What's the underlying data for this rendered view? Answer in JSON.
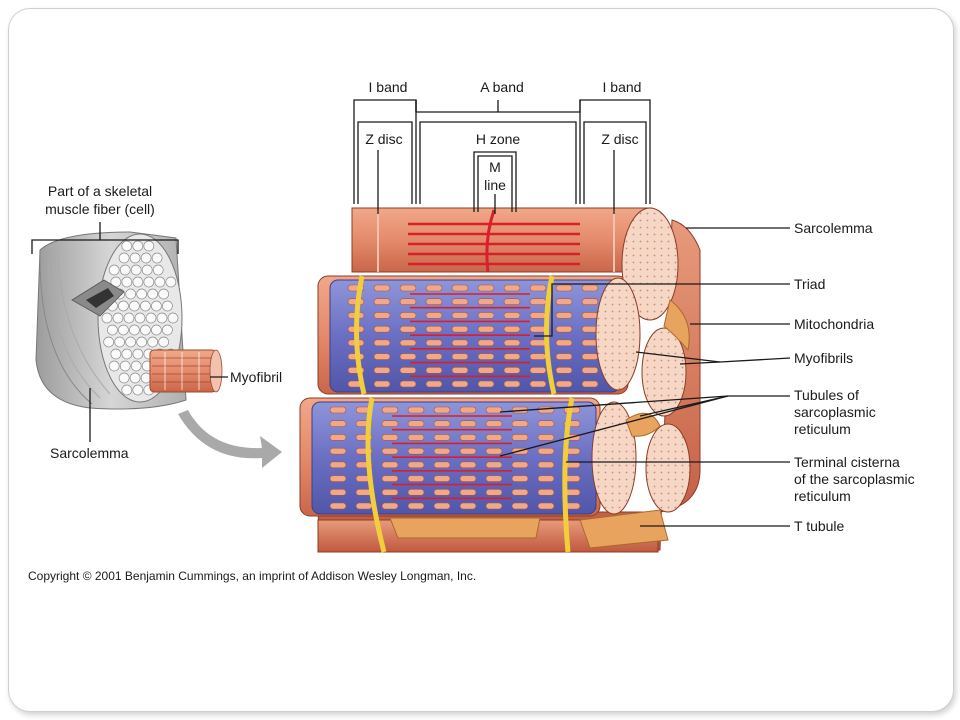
{
  "labels": {
    "i_band_left": "I band",
    "a_band": "A band",
    "i_band_right": "I band",
    "z_disc_left": "Z disc",
    "h_zone": "H zone",
    "m_line_1": "M",
    "m_line_2": "line",
    "z_disc_right": "Z disc",
    "fiber_title_1": "Part of a skeletal",
    "fiber_title_2": "muscle fiber (cell)",
    "myofibril": "Myofibril",
    "sarcolemma_left": "Sarcolemma",
    "sarcolemma_right": "Sarcolemma",
    "triad": "Triad",
    "mitochondria": "Mitochondria",
    "myofibrils": "Myofibrils",
    "tubules_1": "Tubules of",
    "tubules_2": "sarcoplasmic",
    "tubules_3": "reticulum",
    "terminal_1": "Terminal cisterna",
    "terminal_2": "of the sarcoplasmic",
    "terminal_3": "reticulum",
    "t_tubule": "T tubule"
  },
  "copyright": "Copyright © 2001 Benjamin Cummings, an imprint of Addison Wesley Longman, Inc."
}
